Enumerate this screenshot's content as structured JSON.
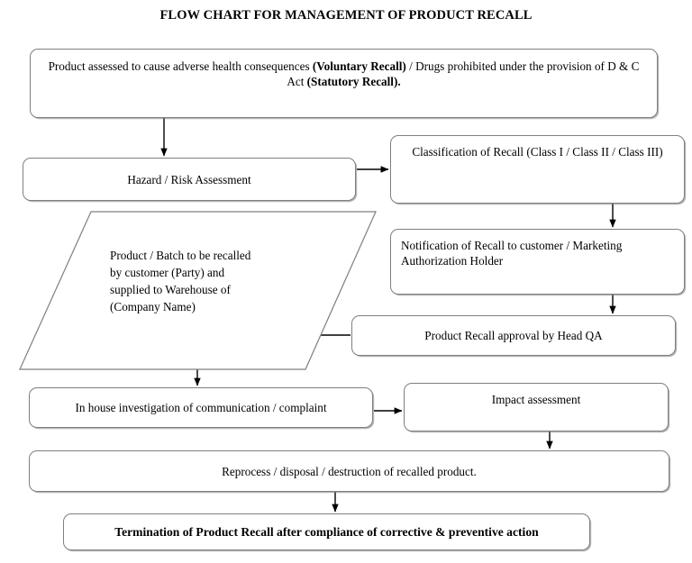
{
  "title": "FLOW CHART FOR MANAGEMENT OF PRODUCT RECALL",
  "colors": {
    "background": "#ffffff",
    "text": "#000000",
    "box_border": "#7f7f7f",
    "shadow": "#787878",
    "connector": "#000000"
  },
  "nodes": {
    "assessment": {
      "shape": "rounded-rectangle",
      "text_parts": [
        {
          "text": "Product assessed to cause adverse health consequences ",
          "bold": false
        },
        {
          "text": "(Voluntary Recall)",
          "bold": true
        },
        {
          "text": " / Drugs prohibited under the provision of D & C Act ",
          "bold": false
        },
        {
          "text": "(Statutory Recall).",
          "bold": true
        }
      ],
      "plain_text": "Product assessed to cause adverse health consequences (Voluntary Recall) / Drugs prohibited under the provision of D & C Act (Statutory Recall)."
    },
    "hazard": {
      "shape": "rounded-rectangle",
      "text": "Hazard / Risk Assessment"
    },
    "classification": {
      "shape": "rounded-rectangle",
      "text": "Classification of Recall (Class I / Class II / Class III)"
    },
    "notification": {
      "shape": "rounded-rectangle",
      "text": "Notification of Recall to customer / Marketing Authorization Holder"
    },
    "approval": {
      "shape": "rounded-rectangle",
      "text": "Product Recall approval by Head QA"
    },
    "batch_recall": {
      "shape": "parallelogram",
      "lines": [
        "Product / Batch to be recalled",
        "by customer (Party) and",
        "supplied to Warehouse of",
        "(Company Name)"
      ],
      "plain_text": "Product / Batch to be recalled by customer (Party) and supplied to Warehouse of (Company Name)"
    },
    "investigation": {
      "shape": "rounded-rectangle",
      "text": "In house investigation of communication / complaint"
    },
    "impact": {
      "shape": "rounded-rectangle",
      "text": "Impact assessment"
    },
    "reprocess": {
      "shape": "rounded-rectangle",
      "text": "Reprocess / disposal / destruction of recalled product."
    },
    "termination": {
      "shape": "rounded-rectangle",
      "text": "Termination of Product Recall after compliance of corrective & preventive action",
      "bold": true
    }
  },
  "connectors": [
    {
      "from": "assessment",
      "to": "hazard",
      "direction": "down",
      "arrow": true
    },
    {
      "from": "hazard",
      "to": "classification",
      "direction": "right",
      "arrow": true
    },
    {
      "from": "classification",
      "to": "notification",
      "direction": "down",
      "arrow": true
    },
    {
      "from": "notification",
      "to": "approval",
      "direction": "down",
      "arrow": true
    },
    {
      "from": "approval",
      "to": "batch_recall",
      "direction": "left",
      "arrow": true
    },
    {
      "from": "batch_recall",
      "to": "investigation",
      "direction": "down",
      "arrow": true
    },
    {
      "from": "investigation",
      "to": "impact",
      "direction": "right",
      "arrow": true
    },
    {
      "from": "impact",
      "to": "reprocess",
      "direction": "down",
      "arrow": true
    },
    {
      "from": "reprocess",
      "to": "termination",
      "direction": "down",
      "arrow": true
    }
  ]
}
